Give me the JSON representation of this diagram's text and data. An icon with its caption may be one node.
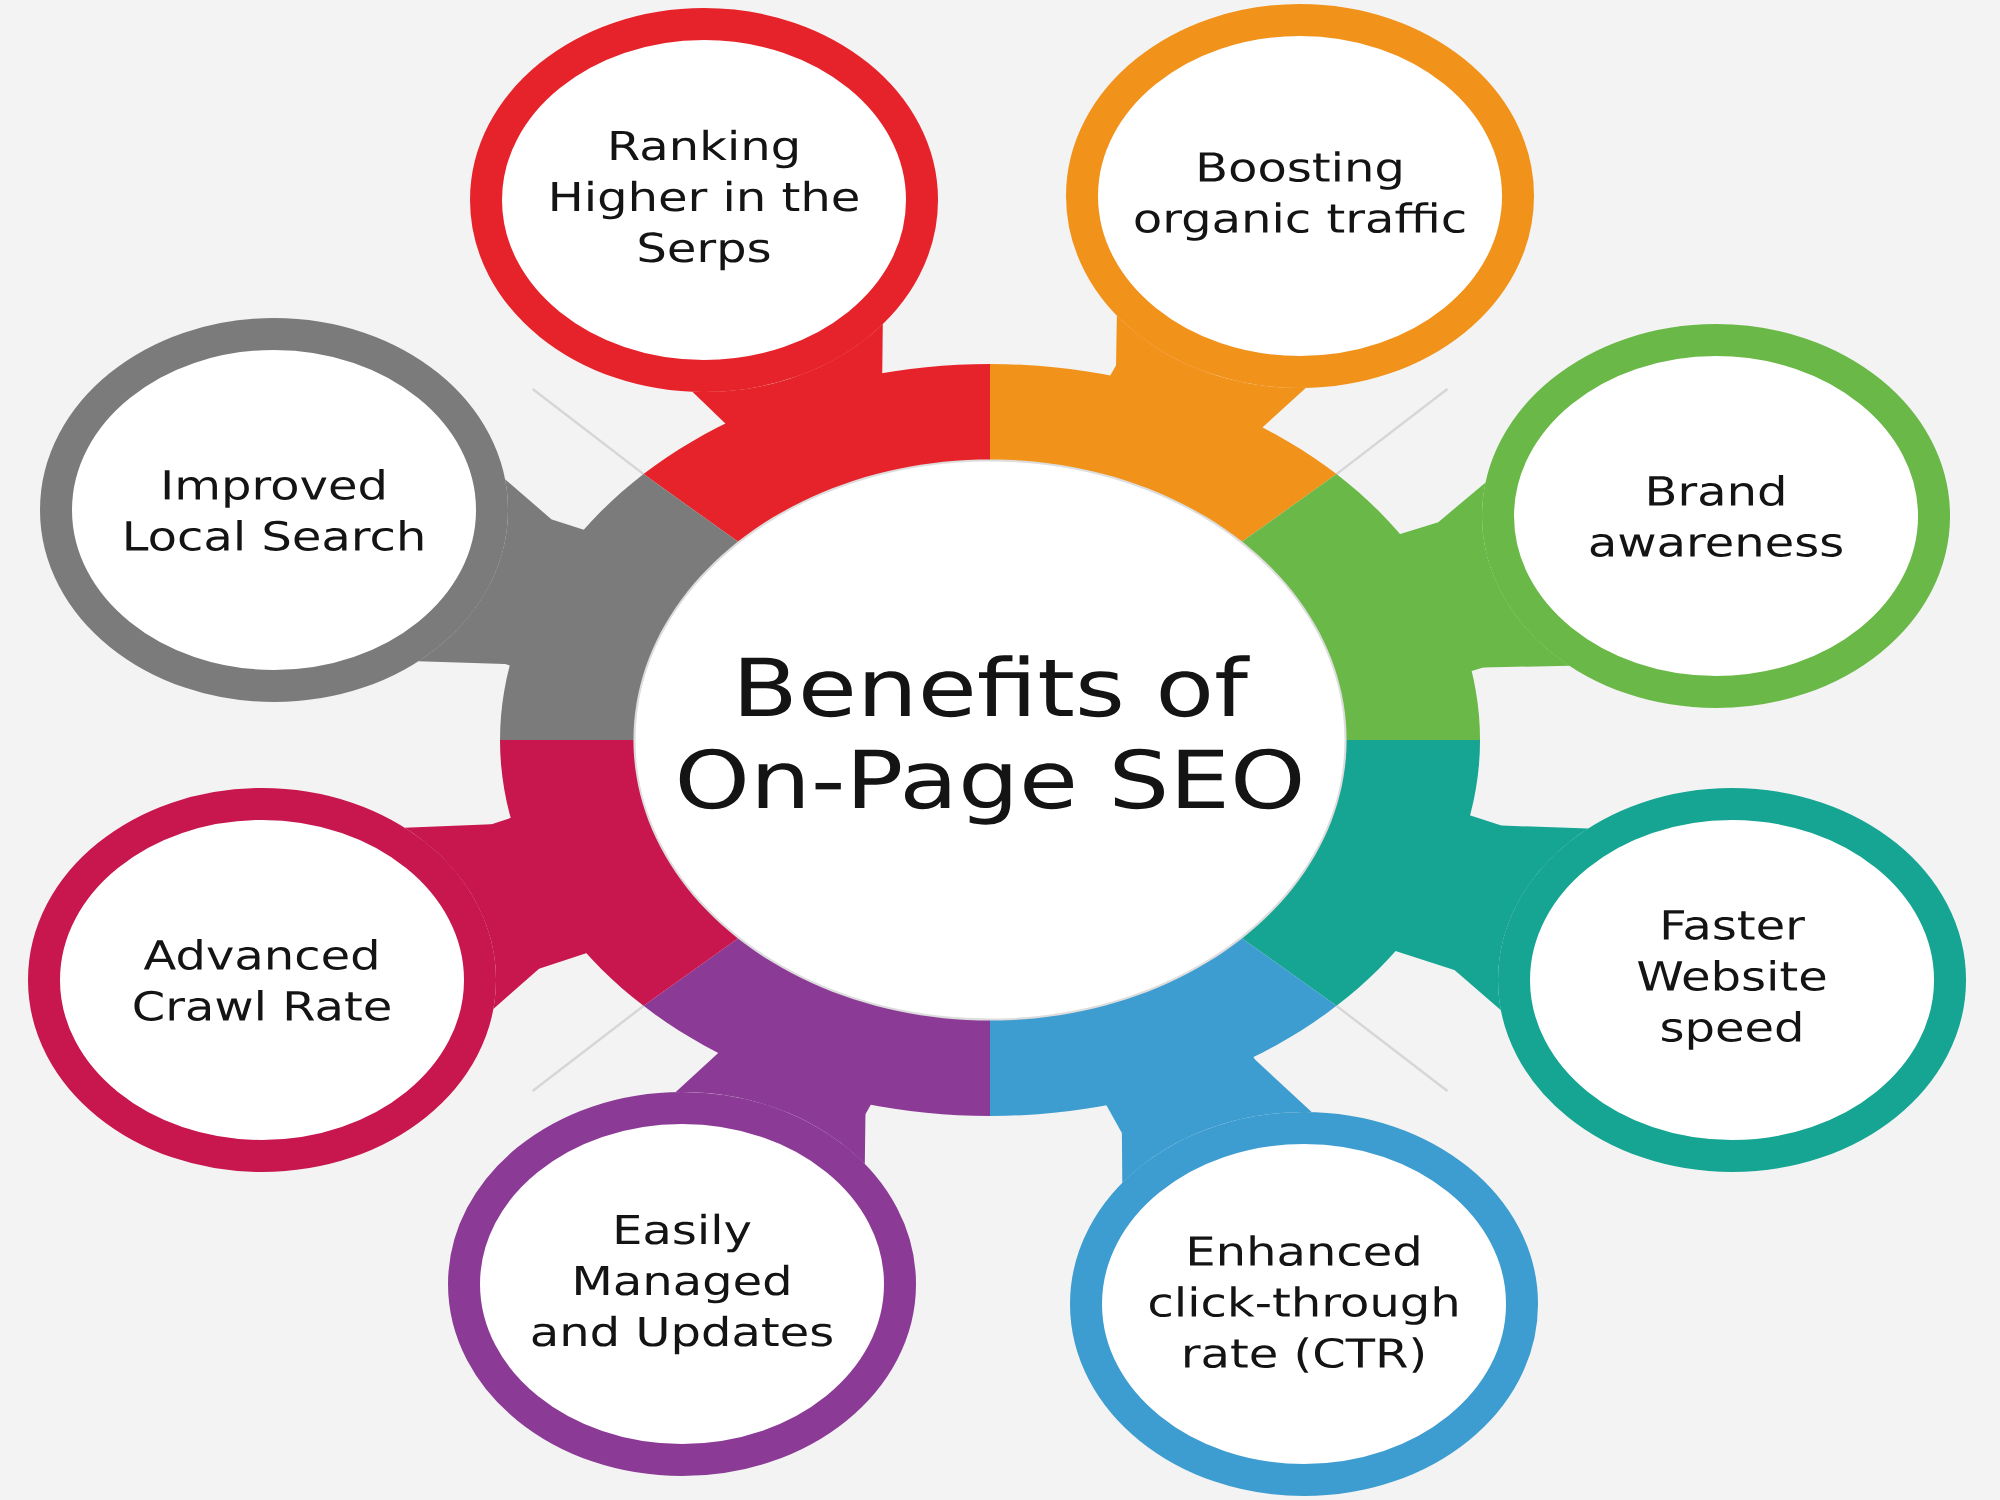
{
  "diagram": {
    "nodes": [
      {
        "text": [
          "Benefits of On-Page SEO"
        ]
      },
      {
        "text": [
          "Ranking Higher in the Serps"
        ]
      },
      {
        "text": [
          "Boosting organic traffic"
        ]
      },
      {
        "text": [
          "Brand awareness"
        ]
      },
      {
        "text": [
          "Faster Website speed"
        ]
      },
      {
        "text": [
          "Enhanced click-through rate (CTR)"
        ]
      },
      {
        "text": [
          "Easily Managed and Updates"
        ]
      },
      {
        "text": [
          "Advanced Crawl Rate"
        ]
      },
      {
        "text": [
          "Improved Local Search"
        ]
      }
    ],
    "edges": [
      {
        "from": 0,
        "to": 1,
        "arrow": "none",
        "color": "#e6232a"
      },
      {
        "from": 0,
        "to": 2,
        "arrow": "none",
        "color": "#f1921b"
      },
      {
        "from": 0,
        "to": 3,
        "arrow": "none",
        "color": "#6ab847"
      },
      {
        "from": 0,
        "to": 4,
        "arrow": "none",
        "color": "#15a592"
      },
      {
        "from": 0,
        "to": 5,
        "arrow": "none",
        "color": "#3e9dd0"
      },
      {
        "from": 0,
        "to": 6,
        "arrow": "none",
        "color": "#8b3b95"
      },
      {
        "from": 0,
        "to": 7,
        "arrow": "none",
        "color": "#c8164f"
      },
      {
        "from": 0,
        "to": 8,
        "arrow": "none",
        "color": "#7b7b7b"
      }
    ]
  }
}
